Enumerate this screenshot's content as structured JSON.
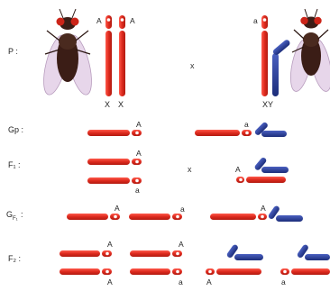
{
  "rows": {
    "p": "P :",
    "gp": "Gp :",
    "f1": "F₁ :",
    "gf1_main": "G",
    "gf1_sub": "F₁",
    "gf1_colon": ":",
    "f2": "F₂ :"
  },
  "cross_symbol": "x",
  "alleles": {
    "A": "A",
    "a": "a"
  },
  "sex_chromosomes": {
    "x": "X",
    "xy": "XY"
  },
  "colors": {
    "x_chromosome": "#dd2a1e",
    "y_chromosome": "#243a8f",
    "fly_body": "#3b1d16",
    "fly_eye": "#cc2418"
  },
  "icons": {
    "female_fly": "fruit-fly-female-icon",
    "male_fly": "fruit-fly-male-icon"
  }
}
